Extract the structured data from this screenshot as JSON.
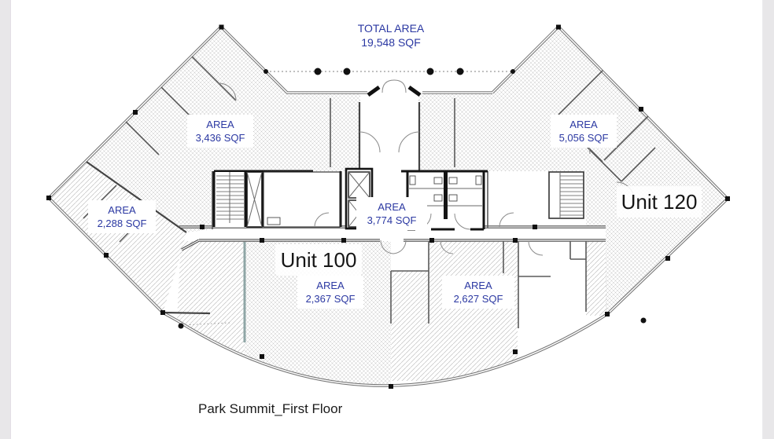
{
  "title": {
    "line1": "TOTAL AREA",
    "line2": "19,548 SQF"
  },
  "areas": {
    "a3436": {
      "label": "AREA",
      "value": "3,436 SQF"
    },
    "a5056": {
      "label": "AREA",
      "value": "5,056 SQF"
    },
    "a2288": {
      "label": "AREA",
      "value": "2,288 SQF"
    },
    "a3774": {
      "label": "AREA",
      "value": "3,774 SQF"
    },
    "a2367": {
      "label": "AREA",
      "value": "2,367 SQF"
    },
    "a2627": {
      "label": "AREA",
      "value": "2,627 SQF"
    }
  },
  "units": {
    "u100": "Unit 100",
    "u120": "Unit 120"
  },
  "caption": "Park Summit_First Floor",
  "colors": {
    "label_text": "#2b38a2",
    "unit_text": "#161616",
    "outer_wall": "#757575",
    "core_wall": "#141414",
    "hatch": "#c5c5c5",
    "divider_teal": "#8fa6a6",
    "margin_gray": "#e8e7e9"
  }
}
